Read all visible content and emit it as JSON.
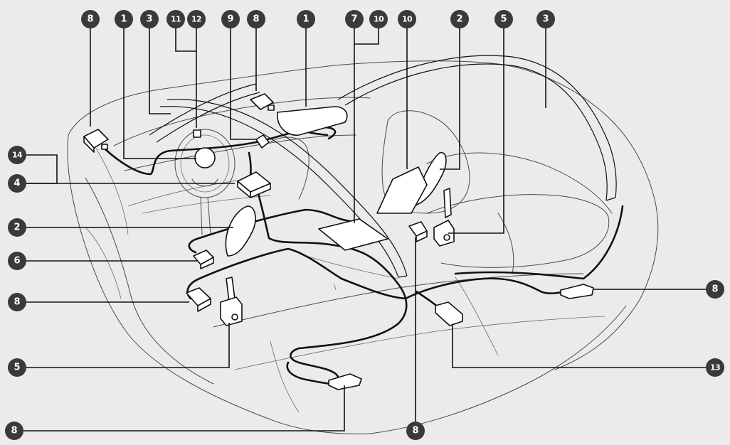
{
  "callouts": [
    {
      "id": "c-top-8-left",
      "label": "8"
    },
    {
      "id": "c-top-1-left",
      "label": "1"
    },
    {
      "id": "c-top-3-left",
      "label": "3"
    },
    {
      "id": "c-top-11",
      "label": "11"
    },
    {
      "id": "c-top-12",
      "label": "12"
    },
    {
      "id": "c-top-9",
      "label": "9"
    },
    {
      "id": "c-top-8-mid",
      "label": "8"
    },
    {
      "id": "c-top-1-mid",
      "label": "1"
    },
    {
      "id": "c-top-7",
      "label": "7"
    },
    {
      "id": "c-top-10-a",
      "label": "10"
    },
    {
      "id": "c-top-10-b",
      "label": "10"
    },
    {
      "id": "c-top-2",
      "label": "2"
    },
    {
      "id": "c-top-5",
      "label": "5"
    },
    {
      "id": "c-top-3-right",
      "label": "3"
    },
    {
      "id": "c-left-14",
      "label": "14"
    },
    {
      "id": "c-left-4",
      "label": "4"
    },
    {
      "id": "c-left-2",
      "label": "2"
    },
    {
      "id": "c-left-6",
      "label": "6"
    },
    {
      "id": "c-left-8",
      "label": "8"
    },
    {
      "id": "c-left-5",
      "label": "5"
    },
    {
      "id": "c-left-8-bottom",
      "label": "8"
    },
    {
      "id": "c-bottom-8",
      "label": "8"
    },
    {
      "id": "c-right-8",
      "label": "8"
    },
    {
      "id": "c-right-13",
      "label": "13"
    }
  ]
}
